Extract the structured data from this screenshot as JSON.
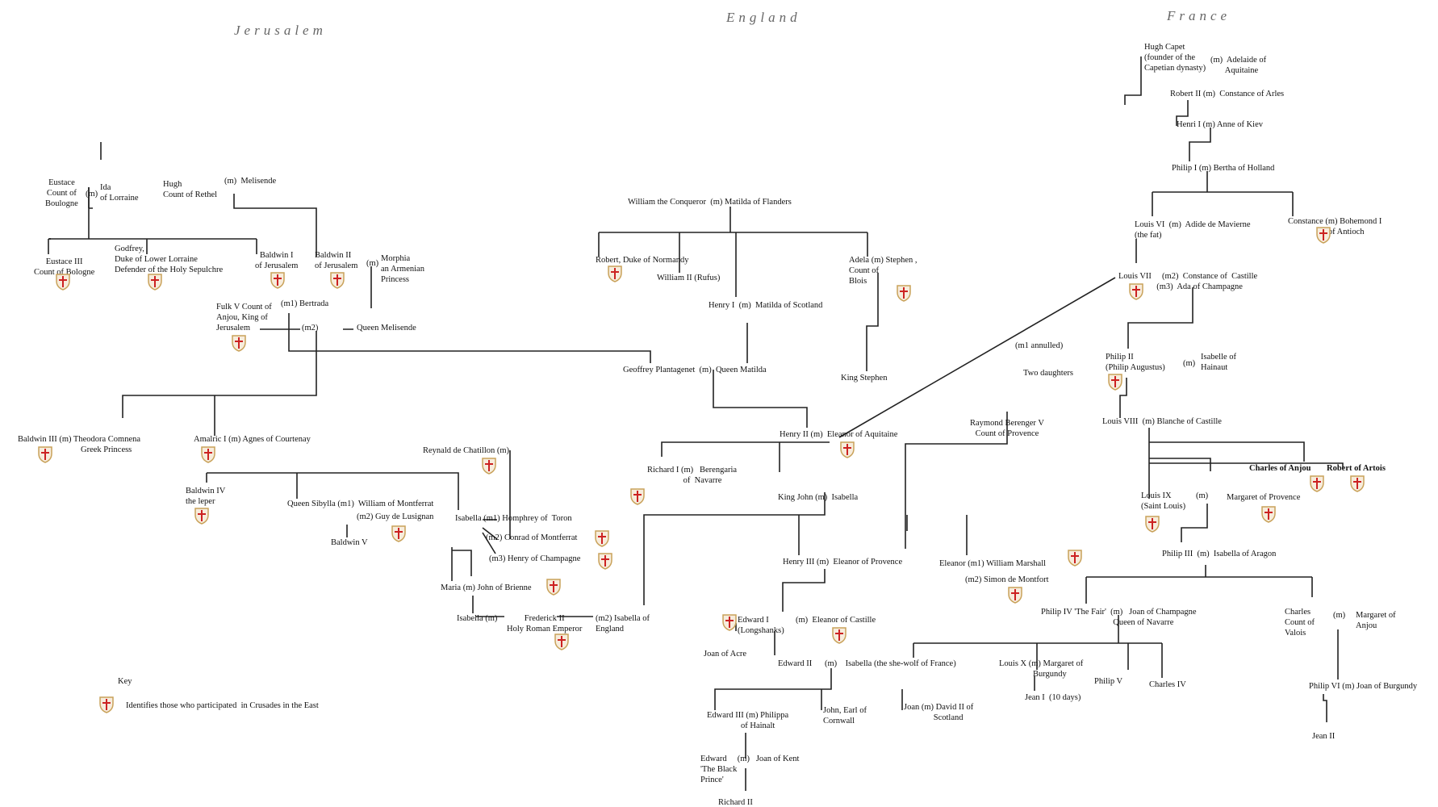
{
  "titles": {
    "jerusalem": "Jerusalem",
    "england": "England",
    "france": "France"
  },
  "key": {
    "heading": "Key",
    "description": "Identifies those who participated  in Crusades in the East",
    "icon": "crusader-shield-icon"
  },
  "colors": {
    "line": "#222222",
    "shield_fill": "#f7ecdc",
    "shield_rim": "#c9a25a",
    "cross": "#cc2222",
    "title": "#666666"
  },
  "people": {
    "eustace": "Eustace\nCount of\nBoulogne",
    "ida_m": "(m)",
    "ida": "Ida\nof Lorraine",
    "hugh": "Hugh\nCount of Rethel",
    "melisende_top": "(m)  Melisende",
    "eustace3": "Eustace III\nCount of Bologne",
    "godfrey": "Godfrey,\nDuke of Lower Lorraine\nDefender of the Holy Sepulchre",
    "baldwin1": "Baldwin I\nof Jerusalem",
    "baldwin2": "Baldwin II\nof Jerusalem",
    "morphia_m": "(m)",
    "morphia": "Morphia\nan Armenian\nPrincess",
    "fulk": "Fulk V Count of\nAnjou, King of\nJerusalem",
    "bertrada": "(m1) Bertrada",
    "fulk_m2": "(m2)",
    "queen_melisende": "Queen Melisende",
    "baldwin3": "Baldwin III (m) Theodora Comnena",
    "greek_princess": "Greek Princess",
    "amalric": "Amalric I (m) Agnes of Courtenay",
    "reynald": "Reynald de Chatillon (m)",
    "baldwin4": "Baldwin IV\nthe leper",
    "sibylla": "Queen Sibylla (m1)  William of Montferrat",
    "guy": "(m2) Guy de Lusignan",
    "baldwin5": "Baldwin V",
    "isabella_jer": "Isabella (m1) Homphrey of  Toron",
    "conrad": "(m2) Conrad of Montferrat",
    "henry_champagne": "(m3) Henry of Champagne",
    "maria": "Maria (m) John of Brienne",
    "isabella_fred": "Isabella (m)",
    "frederick": "Frederick II\nHoly Roman Emperor",
    "isabella_england": "(m2) Isabella of\nEngland",
    "william": "William the Conqueror  (m) Matilda of Flanders",
    "robert_normandy": "Robert, Duke of Normandy",
    "william2": "William II (Rufus)",
    "adela": "Adela (m) Stephen ,\nCount of\nBlois",
    "henry1": "Henry I  (m)  Matilda of Scotland",
    "king_stephen": "King Stephen",
    "geoffrey": "Geoffrey Plantagenet  (m)  Queen Matilda",
    "henry2": "Henry II (m)  Eleanor of Aquitaine",
    "richard1": "Richard I (m)   Berengaria\n                 of  Navarre",
    "john": "King John (m)  Isabella",
    "henry3": "Henry III (m)  Eleanor of Provence",
    "eleanor_marshall": "Eleanor (m1) William Marshall",
    "simon": "(m2) Simon de Montfort",
    "edward1": "Edward I\n(Longshanks)",
    "eleanor_castile": "(m)  Eleanor of Castille",
    "joan_acre": "Joan of Acre",
    "edward2": "Edward II      (m)    Isabella (the she-wolf of France)",
    "edward3": "Edward III (m) Philippa\n                of Hainalt",
    "john_cornwall": "John, Earl of\nCornwall",
    "joan_david": "Joan (m) David II of\n              Scotland",
    "black_prince": "Edward     (m)   Joan of Kent\n'The Black\nPrince'",
    "richard2": "Richard II",
    "raymond": "Raymond Berenger V\nCount of Provence",
    "m1_annulled": "(m1 annulled)",
    "two_daughters": "Two daughters",
    "hugh_capet": "Hugh Capet\n(founder of the\nCapetian dynasty)",
    "adelaide": "(m)  Adelaide of\n       Aquitaine",
    "robert2": "Robert II (m)  Constance of Arles",
    "henri1": "Henri I (m) Anne of Kiev",
    "philip1": "Philip I (m) Bertha of Holland",
    "louis6": "Louis VI  (m)  Adide de Mavierne\n(the fat)",
    "constance_bohemond": "Constance (m) Bohemond I\n                   of Antioch",
    "louis7": "Louis VII     (m2)  Constance of  Castille\n                  (m3)  Ada of Champagne",
    "philip2": "Philip II\n(Philip Augustus)",
    "isabelle_hainaut_m": "(m)",
    "isabelle_hainaut": "Isabelle of\nHainaut",
    "louis8": "Louis VIII  (m) Blanche of Castille",
    "charles_anjou": "Charles of Anjou",
    "robert_artois": "Robert of Artois",
    "louis9": "Louis IX\n(Saint Louis)",
    "louis9_m": "(m)",
    "margaret_provence": "Margaret of Provence",
    "philip3": "Philip III  (m)  Isabella of Aragon",
    "philip4": "Philip IV 'The Fair'  (m)   Joan of Champagne\n                                  Queen of Navarre",
    "charles_valois": "Charles\nCount of\nValois",
    "margaret_anjou_m": "(m)",
    "margaret_anjou": "Margaret of\nAnjou",
    "louis10": "Louis X (m) Margaret of\n                Burgundy",
    "philip5": "Philip V",
    "charles4": "Charles IV",
    "jean1": "Jean I  (10 days)",
    "philip6": "Philip VI (m) Joan of Burgundy",
    "jean2": "Jean II"
  }
}
